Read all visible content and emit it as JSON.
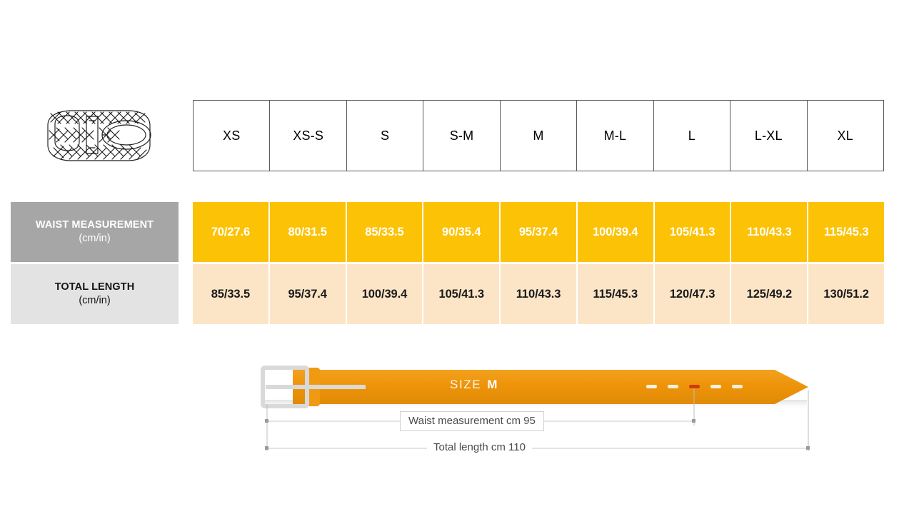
{
  "product": {
    "thumbnail_icon": "braided-belt-coiled-illustration"
  },
  "size_table": {
    "sizes": [
      "XS",
      "XS-S",
      "S",
      "S-M",
      "M",
      "M-L",
      "L",
      "L-XL",
      "XL"
    ],
    "rows": [
      {
        "key": "waist",
        "label_line1": "WAIST MEASUREMENT",
        "label_line2": "(cm/in)",
        "values": [
          "70/27.6",
          "80/31.5",
          "85/33.5",
          "90/35.4",
          "95/37.4",
          "100/39.4",
          "105/41.3",
          "110/43.3",
          "115/45.3"
        ],
        "cell_bg": "#fcc206",
        "cell_fg": "#ffffff",
        "label_bg": "#a6a6a6",
        "label_fg": "#ffffff"
      },
      {
        "key": "length",
        "label_line1": "TOTAL LENGTH",
        "label_line2": "(cm/in)",
        "values": [
          "85/33.5",
          "95/37.4",
          "100/39.4",
          "105/41.3",
          "110/43.3",
          "115/45.3",
          "120/47.3",
          "125/49.2",
          "130/51.2"
        ],
        "cell_bg": "#fce5c6",
        "cell_fg": "#1a1a1a",
        "label_bg": "#e3e3e3",
        "label_fg": "#141414"
      }
    ],
    "header_border_color": "#58595b"
  },
  "belt_diagram": {
    "size_word": "SIZE",
    "size_value": "M",
    "waist_callout": "Waist measurement cm 95",
    "total_length_callout": "Total length cm 110",
    "belt_color": "#ee9409",
    "buckle_color": "#d9d9d9",
    "highlighted_hole_color": "#cc3b09",
    "hole_count": 5,
    "highlighted_hole_index": 3
  }
}
